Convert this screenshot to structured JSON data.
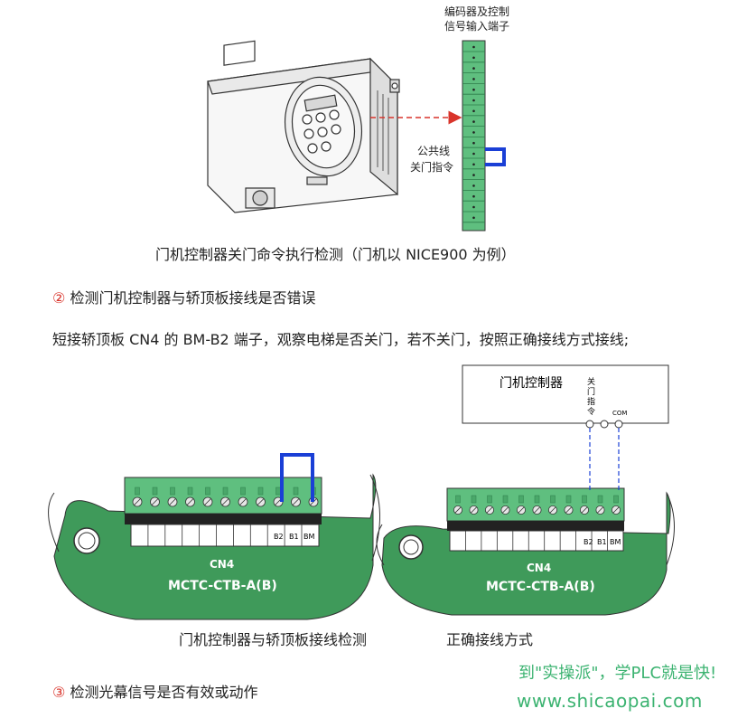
{
  "figure1": {
    "terminal_title_line1": "编码器及控制",
    "terminal_title_line2": "信号输入端子",
    "label_common": "公共线",
    "label_close_cmd": "关门指令",
    "caption": "门机控制器关门命令执行检测（门机以 NICE900 为例）"
  },
  "section2": {
    "marker": "②",
    "heading": "检测门机控制器与轿顶板接线是否错误",
    "instruction": "短接轿顶板 CN4 的 BM-B2 端子，观察电梯是否关门，若不关门，按照正确接线方式接线;"
  },
  "figure2": {
    "left_board": {
      "pins": [
        "B2",
        "B1",
        "BM"
      ],
      "connector": "CN4",
      "board_name": "MCTC-CTB-A(B)",
      "caption": "门机控制器与轿顶板接线检测"
    },
    "right_board": {
      "controller_title": "门机控制器",
      "cmd_label": [
        "关",
        "门",
        "指",
        "令"
      ],
      "com_label": "COM",
      "pins": [
        "B2",
        "B1",
        "BM"
      ],
      "connector": "CN4",
      "board_name": "MCTC-CTB-A(B)",
      "caption": "正确接线方式"
    }
  },
  "section3": {
    "marker": "③",
    "heading": "检测光幕信号是否有效或动作"
  },
  "watermark": {
    "line1": "到\"实操派\"，学PLC就是快!",
    "line2": "www.shicaopai.com"
  },
  "colors": {
    "terminal_green": "#5fbf7f",
    "board_green": "#3f9a5a",
    "jumper_blue": "#1a3fd6",
    "arrow_red": "#d9342b",
    "watermark_green": "#3cb371"
  }
}
